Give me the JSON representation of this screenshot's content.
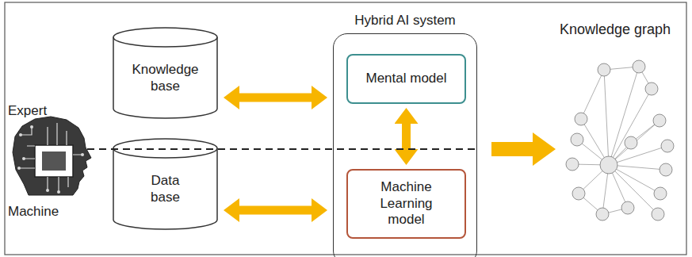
{
  "diagram": {
    "nodes": [
      {
        "text": [
          "Knowledge base"
        ]
      },
      {
        "text": [
          "Hybrid AI system"
        ]
      },
      {
        "text": [
          "Mental model"
        ],
        "in": 1
      },
      {
        "text": [
          "Data base"
        ]
      },
      {
        "text": [
          "Machine Learning model"
        ],
        "in": 1
      }
    ],
    "edges": [
      {
        "from": 0,
        "to": 2,
        "arrow": "both"
      },
      {
        "from": 2,
        "to": 4,
        "arrow": "both"
      },
      {
        "from": 3,
        "to": 4,
        "arrow": "both"
      }
    ],
    "labels": [
      "Expert",
      "Machine",
      "Knowledge graph"
    ]
  }
}
